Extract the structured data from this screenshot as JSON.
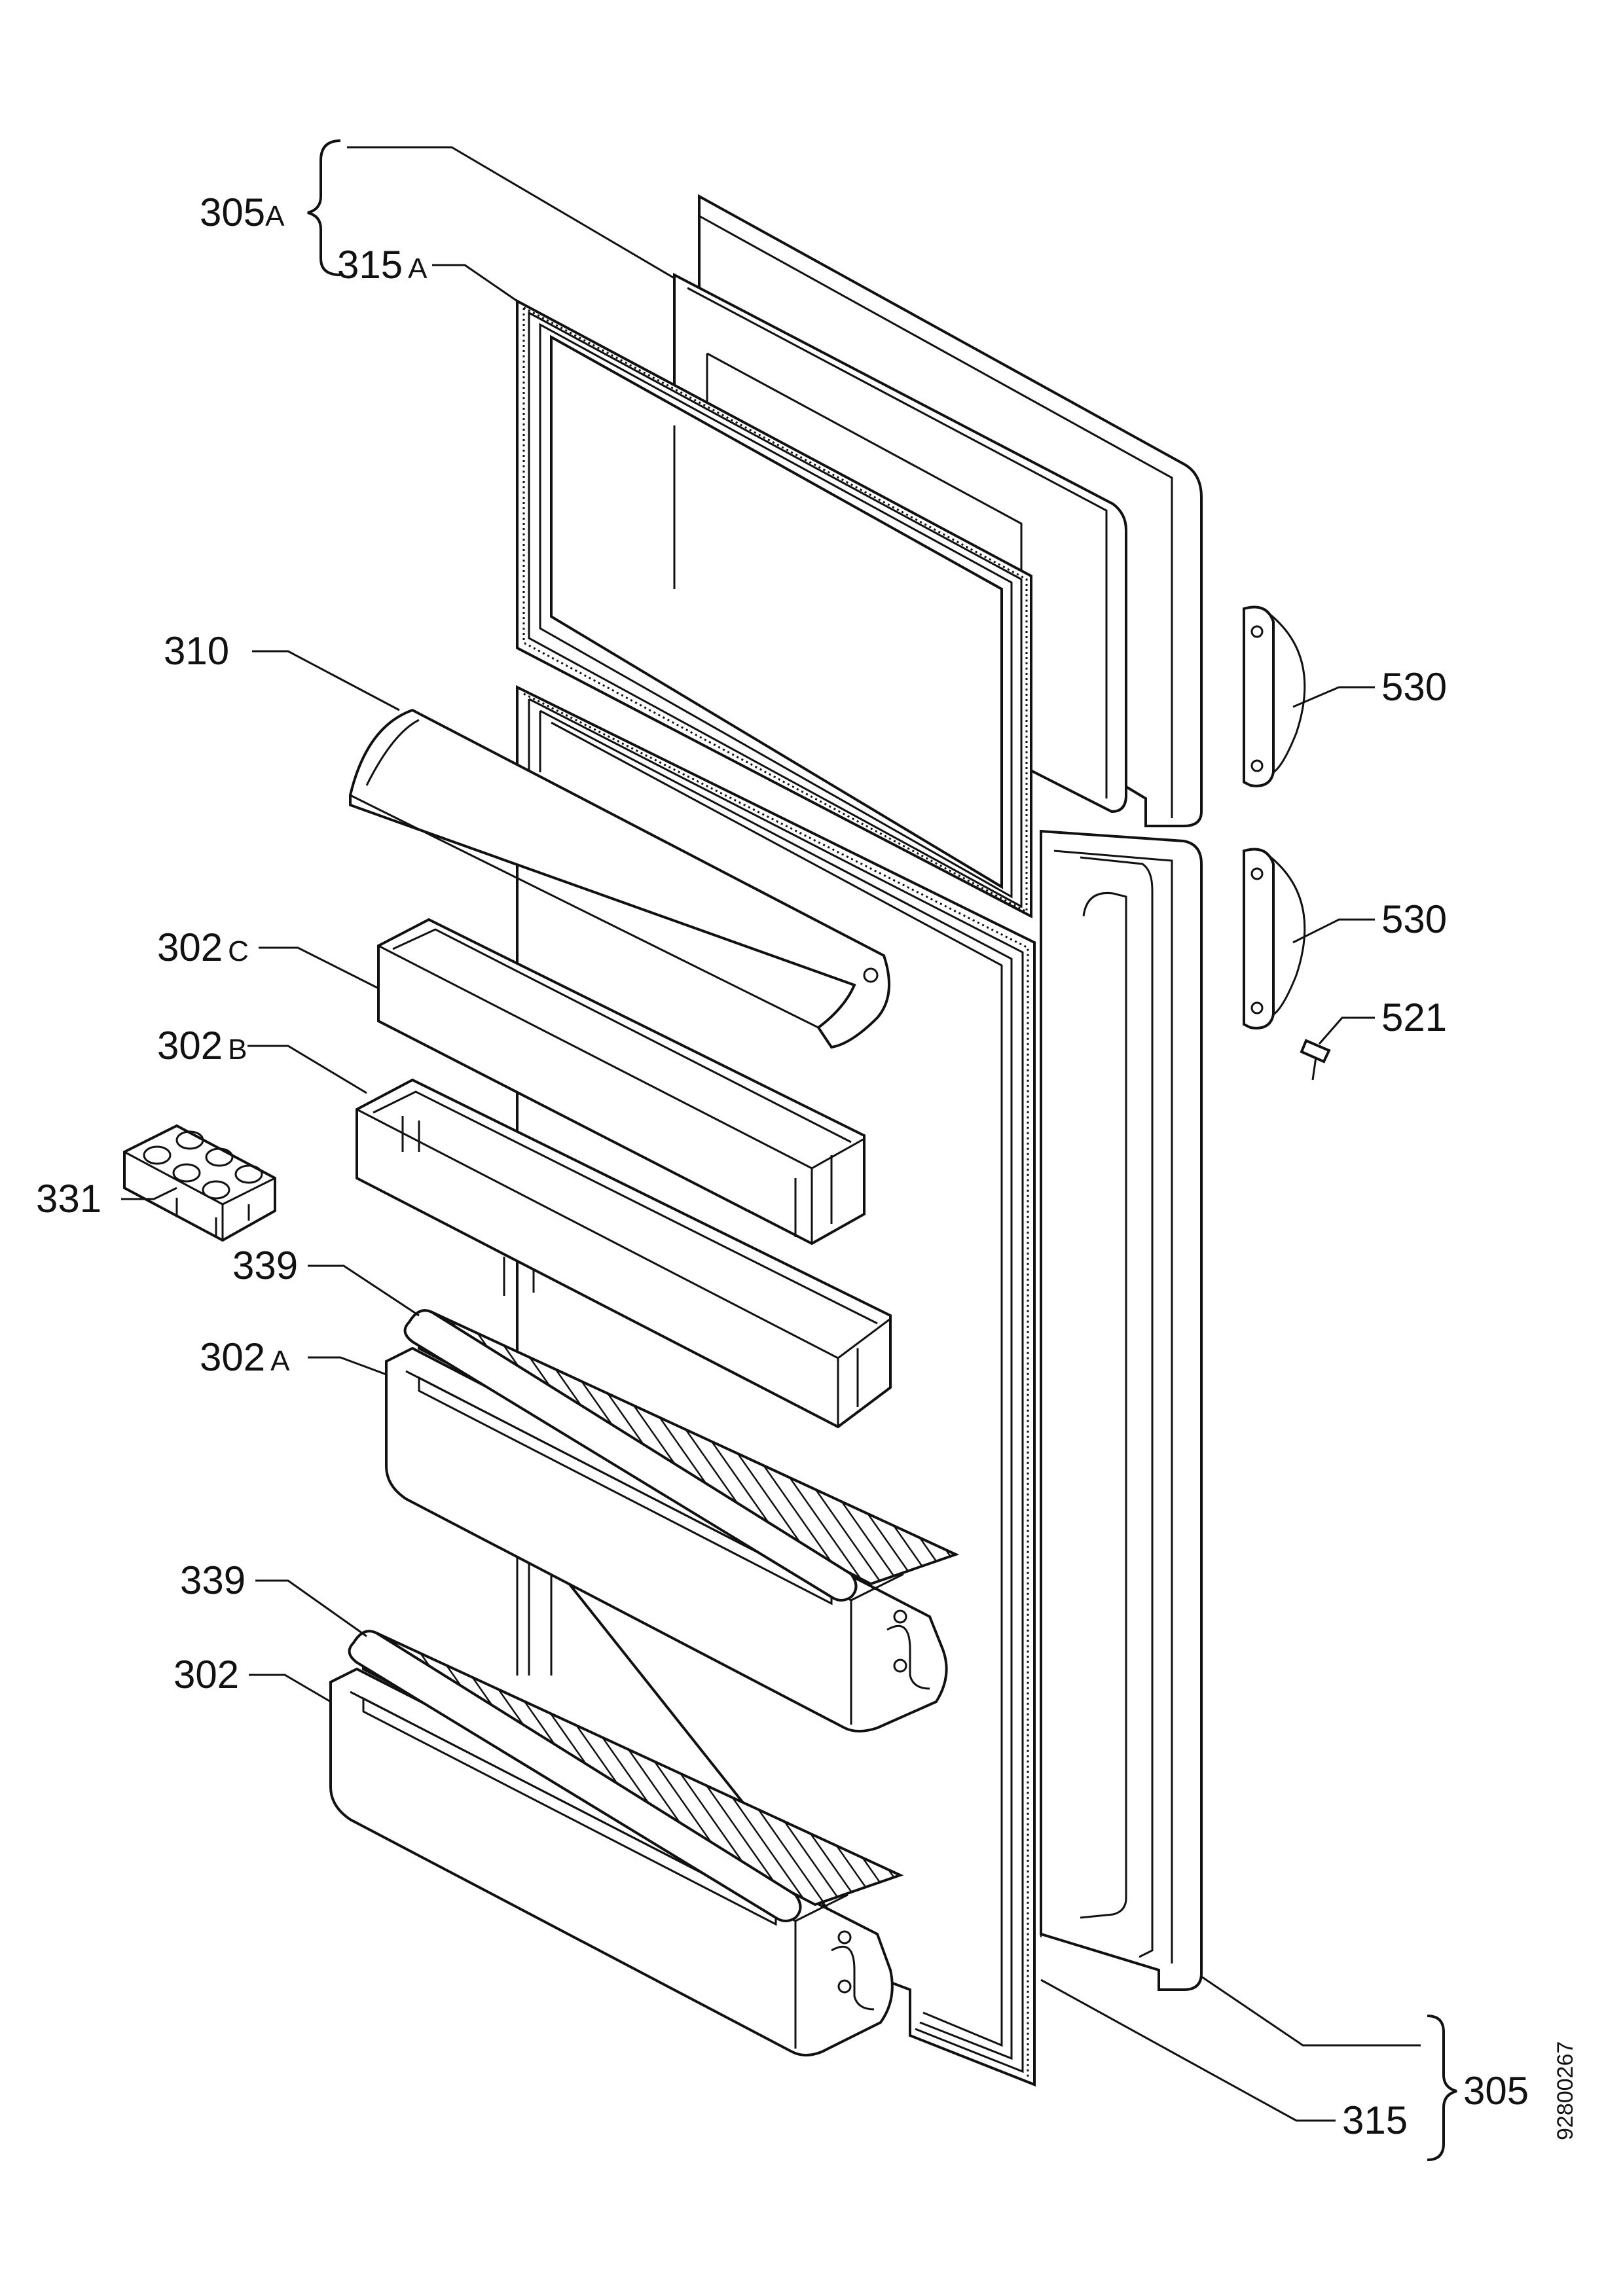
{
  "labels": {
    "door_freezer": "305",
    "door_freezer_suffix": "A",
    "gasket_freezer": "315",
    "gasket_freezer_suffix": "A",
    "dairy_cover": "310",
    "shelf_c": "302",
    "shelf_c_suffix": "C",
    "shelf_b": "302",
    "shelf_b_suffix": "B",
    "egg_tray": "331",
    "bottle_retainer_upper": "339",
    "shelf_a": "302",
    "shelf_a_suffix": "A",
    "bottle_retainer_lower": "339",
    "shelf_bottom": "302",
    "handle_upper": "530",
    "handle_lower": "530",
    "screw": "521",
    "door_fridge": "305",
    "gasket_fridge": "315"
  },
  "document_id": "92800267"
}
